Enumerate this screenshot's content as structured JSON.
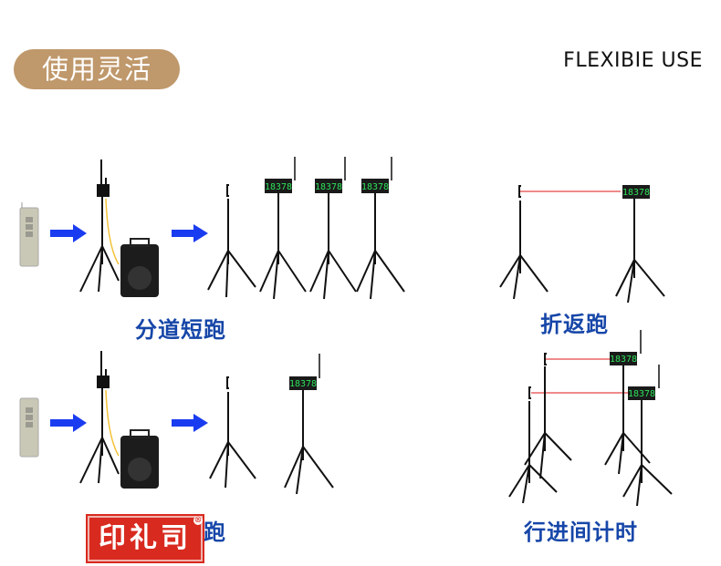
{
  "header": {
    "badge_title": "使用灵活",
    "subtitle_en": "FLEXIBIE USE",
    "badge_color": "#bf986b"
  },
  "scenes": [
    {
      "label": "分道短跑",
      "display_count": 3,
      "arrows": 2
    },
    {
      "label": "折返跑",
      "display_count": 1,
      "arrows": 0
    },
    {
      "label": "分道长跑",
      "display_count": 1,
      "arrows": 2
    },
    {
      "label": "行进间计时",
      "display_count": 2,
      "arrows": 0
    }
  ],
  "display_reading": "18378",
  "colors": {
    "label_blue": "#1646a8",
    "arrow_blue": "#1a3cf0",
    "display_green": "#2ee05a",
    "laser_red": "#f08a8a"
  },
  "watermark": {
    "text": "印礼司",
    "reg_mark": "®"
  }
}
